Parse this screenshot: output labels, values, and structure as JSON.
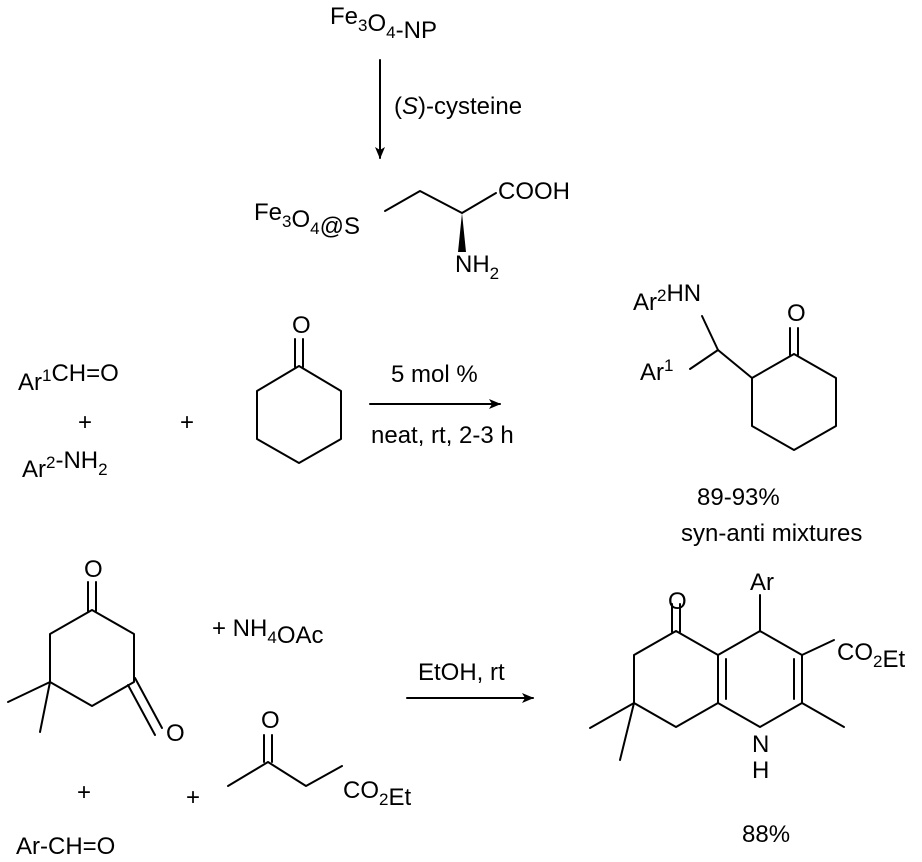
{
  "scheme": {
    "step1": {
      "reactant": "Fe3O4-NP",
      "reagent": "(S)-cysteine",
      "product": {
        "support": "Fe3O4@S",
        "acid": "COOH",
        "amine": "NH2"
      }
    },
    "step2": {
      "reactant_aldehyde": "Ar1CH=O",
      "plus": "+",
      "reactant_amine": "Ar2-NH2",
      "reactant_ketone_O": "O",
      "condition_top": "5 mol %",
      "condition_bottom": "neat, rt, 2-3 h",
      "product_amine": "Ar2HN",
      "product_aryl": "Ar1",
      "product_O": "O",
      "yield": "89-93%",
      "note": "syn-anti mixtures"
    },
    "step3": {
      "dione_O_top": "O",
      "dione_O_bottom": "O",
      "ammonium": "+ NH4OAc",
      "plus": "+",
      "ketoester_O": "O",
      "ketoester_ester": "CO2Et",
      "aldehyde": "Ar-CH=O",
      "condition": "EtOH, rt",
      "product_O": "O",
      "product_Ar": "Ar",
      "product_ester": "CO2Et",
      "product_N": "N",
      "product_H": "H",
      "yield": "88%"
    }
  },
  "colors": {
    "ink": "#000000",
    "background": "#ffffff"
  }
}
